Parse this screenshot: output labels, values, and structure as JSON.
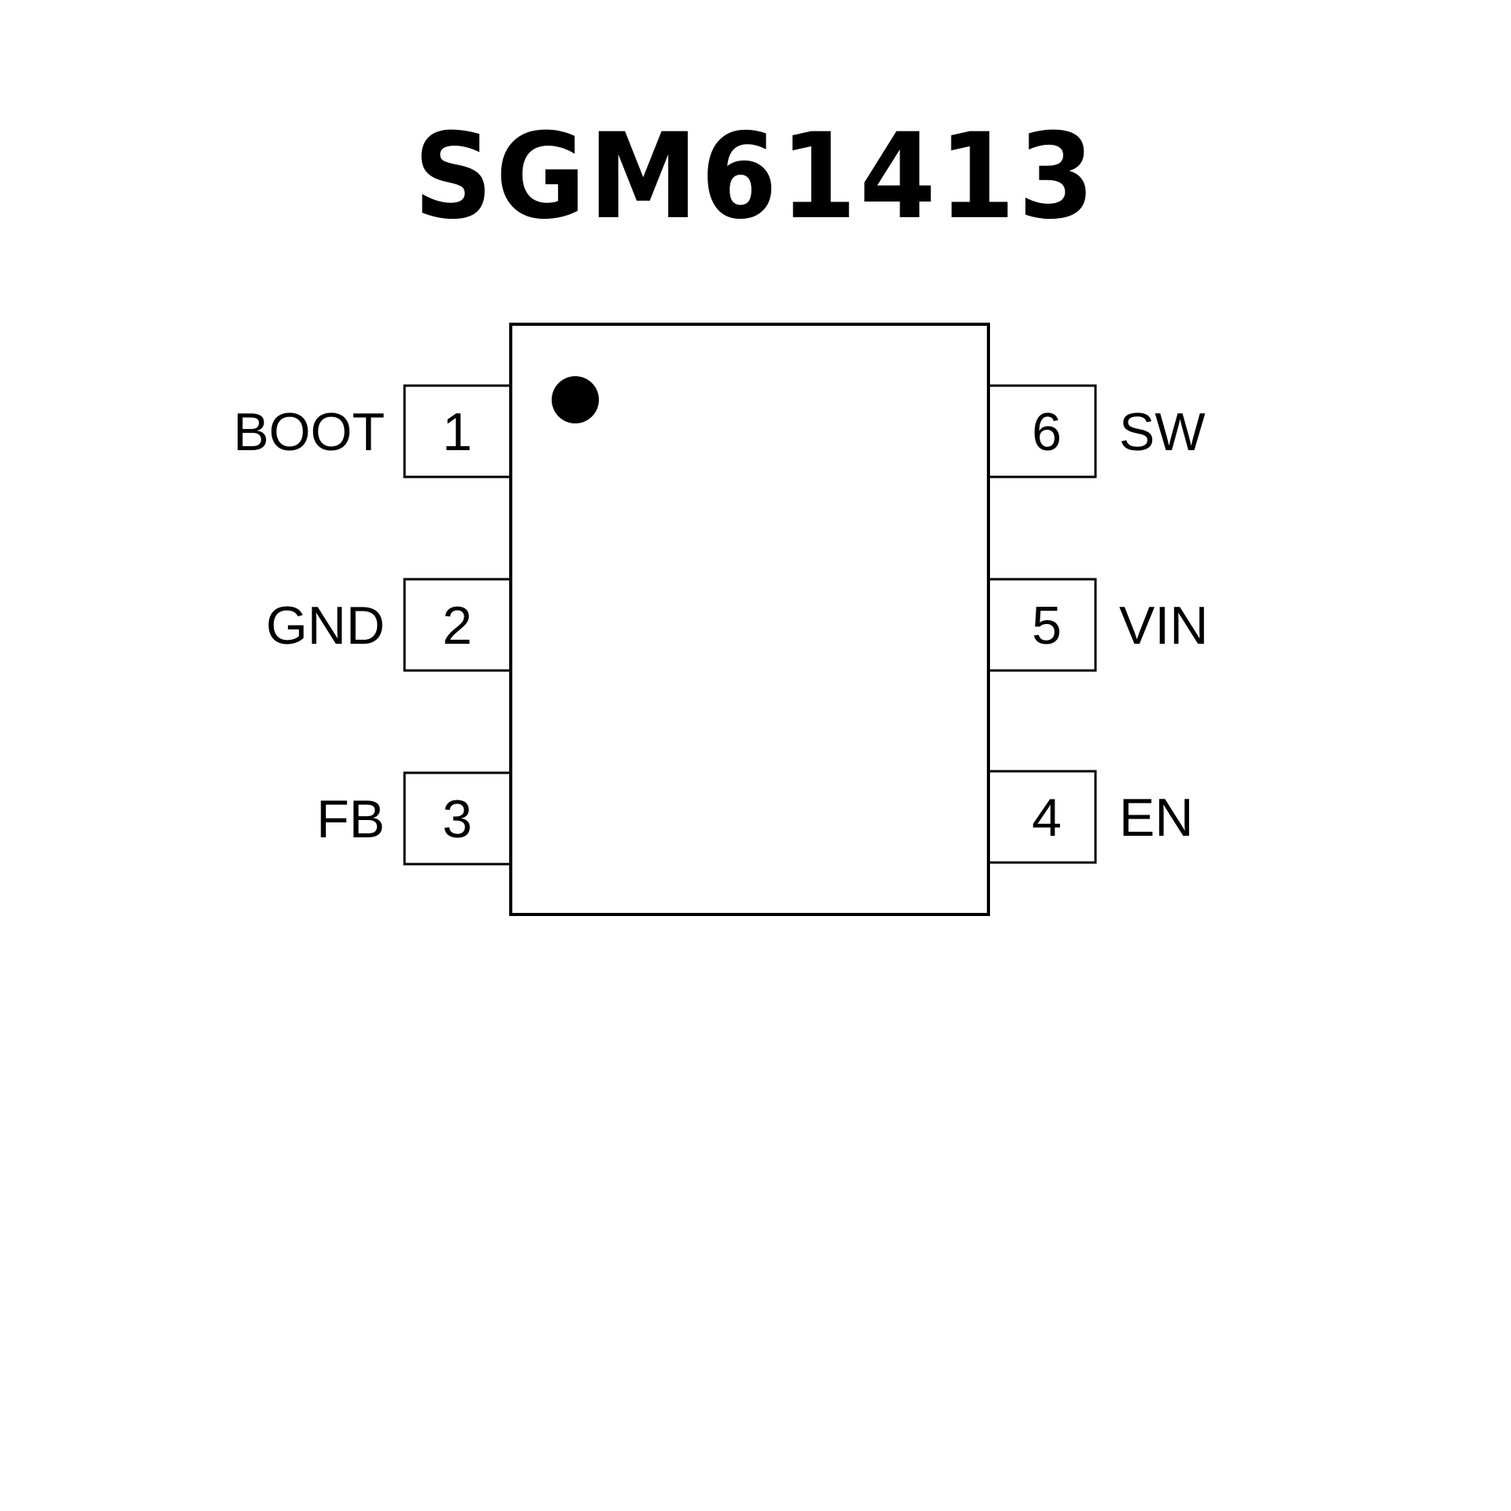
{
  "title": "SGM61413",
  "package": {
    "pin1_marker": "dot",
    "left_pins": [
      {
        "number": "1",
        "label": "BOOT"
      },
      {
        "number": "2",
        "label": "GND"
      },
      {
        "number": "3",
        "label": "FB"
      }
    ],
    "right_pins": [
      {
        "number": "6",
        "label": "SW"
      },
      {
        "number": "5",
        "label": "VIN"
      },
      {
        "number": "4",
        "label": "EN"
      }
    ]
  },
  "colors": {
    "stroke": "#000000",
    "background": "#ffffff"
  }
}
